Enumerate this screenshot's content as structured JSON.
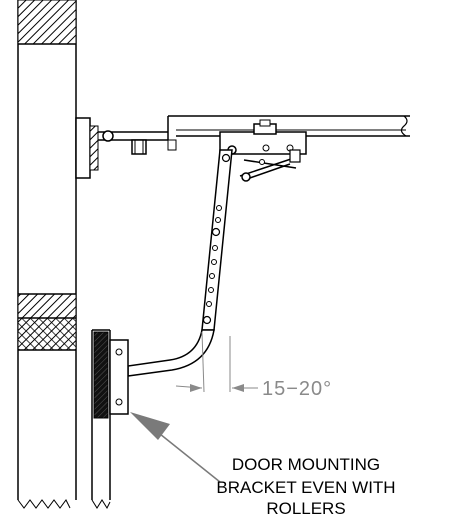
{
  "diagram": {
    "angle_label": "15−20°",
    "caption": {
      "line1": "DOOR MOUNTING",
      "line2": "BRACKET EVEN WITH",
      "line3": "ROLLERS"
    }
  },
  "colors": {
    "line": "#000000",
    "dimension": "#8a8a8a",
    "pointer_arrow": "#7a7a7a",
    "background": "#ffffff"
  },
  "icons": {
    "hatch": "diagonal-hatch-pattern",
    "arrow": "pointer-arrow-icon"
  }
}
